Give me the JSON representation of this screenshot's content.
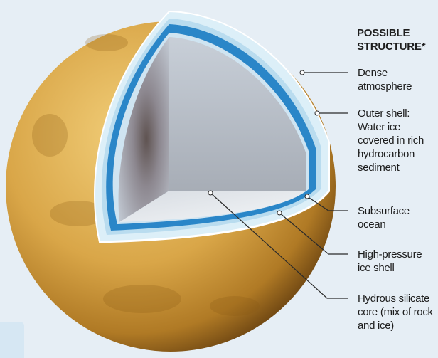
{
  "title": "POSSIBLE STRUCTURE*",
  "labels": [
    {
      "id": "atmosphere",
      "text": "Dense atmosphere"
    },
    {
      "id": "outer-shell",
      "text": "Outer shell: Water ice covered in rich hydrocarbon sediment"
    },
    {
      "id": "ocean",
      "text": "Subsurface ocean"
    },
    {
      "id": "ice-shell",
      "text": "High-pressure ice shell"
    },
    {
      "id": "core",
      "text": "Hydrous silicate core (mix of rock and ice)"
    }
  ],
  "colors": {
    "background": "#e6eef5",
    "surface": "#d9a648",
    "atmosphere_layer": "#dceff8",
    "ocean_layer": "#2a86c8",
    "core": "#8b8a90",
    "leader_line": "#2a2a2a"
  }
}
